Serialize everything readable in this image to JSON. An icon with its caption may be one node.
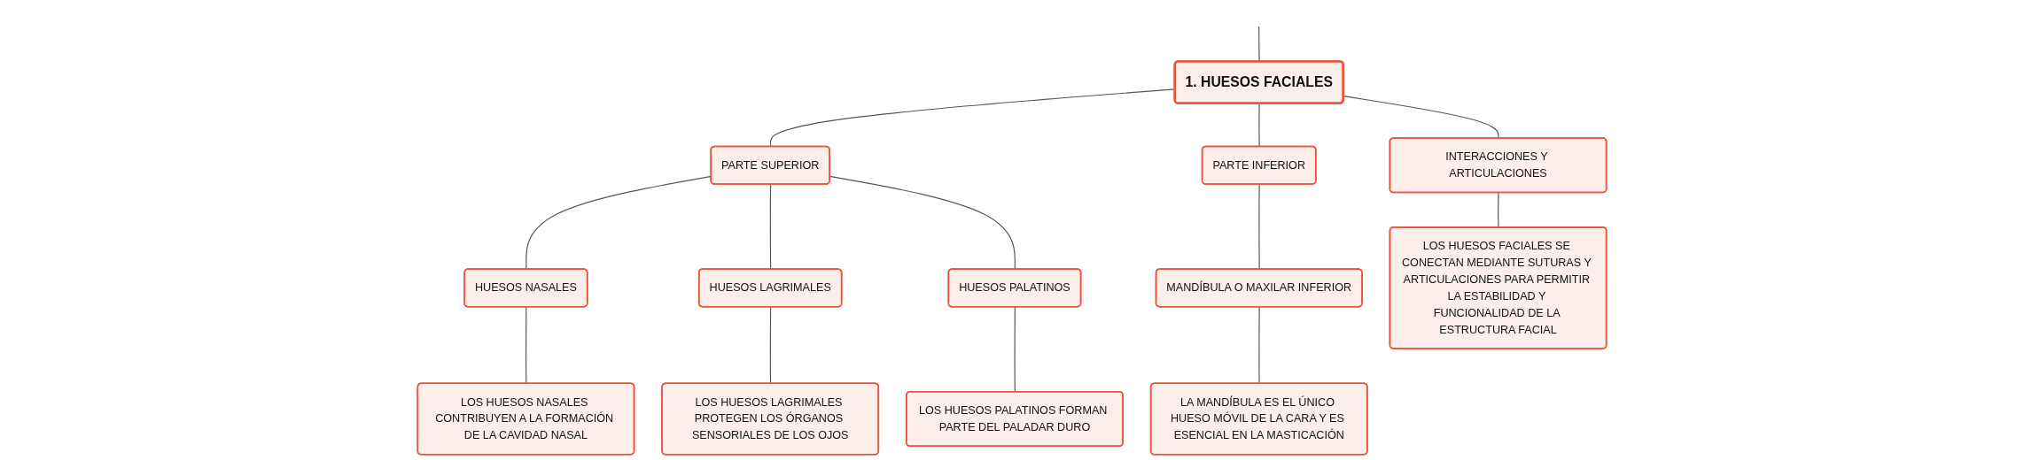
{
  "diagram": {
    "nodes": [
      {
        "text": [
          "1. HUESOS FACIALES"
        ]
      },
      {
        "text": [
          "PARTE SUPERIOR"
        ]
      },
      {
        "text": [
          "PARTE INFERIOR"
        ]
      },
      {
        "text": [
          "INTERACCIONES Y ARTICULACIONES"
        ]
      },
      {
        "text": [
          "HUESOS NASALES"
        ]
      },
      {
        "text": [
          "HUESOS LAGRIMALES"
        ]
      },
      {
        "text": [
          "HUESOS PALATINOS"
        ]
      },
      {
        "text": [
          "LOS HUESOS NASALES CONTRIBUYEN A LA FORMACIÓN DE LA CAVIDAD NASAL"
        ]
      },
      {
        "text": [
          "LOS HUESOS LAGRIMALES PROTEGEN LOS ÓRGANOS SENSORIALES DE LOS OJOS"
        ]
      },
      {
        "text": [
          "LOS HUESOS PALATINOS FORMAN PARTE DEL PALADAR DURO"
        ]
      },
      {
        "text": [
          "MANDÍBULA O MAXILAR INFERIOR"
        ]
      },
      {
        "text": [
          "LA MANDÍBULA ES EL ÚNICO HUESO MÓVIL DE LA CARA Y ES ESENCIAL EN LA MASTICACIÓN"
        ]
      },
      {
        "text": [
          "LOS HUESOS FACIALES SE CONECTAN MEDIANTE SUTURAS Y ARTICULACIONES PARA PERMITIR LA ESTABILIDAD Y FUNCIONALIDAD DE LA ESTRUCTURA FACIAL"
        ]
      }
    ],
    "edges": [
      {
        "from": null,
        "to": 0,
        "arrow": "none"
      },
      {
        "from": 0,
        "to": 1,
        "arrow": "none"
      },
      {
        "from": 0,
        "to": 2,
        "arrow": "none"
      },
      {
        "from": 0,
        "to": 3,
        "arrow": "none"
      },
      {
        "from": 1,
        "to": 4,
        "arrow": "none"
      },
      {
        "from": 1,
        "to": 5,
        "arrow": "none"
      },
      {
        "from": 1,
        "to": 6,
        "arrow": "none"
      },
      {
        "from": 4,
        "to": 7,
        "arrow": "none"
      },
      {
        "from": 5,
        "to": 8,
        "arrow": "none"
      },
      {
        "from": 6,
        "to": 9,
        "arrow": "none"
      },
      {
        "from": 2,
        "to": 10,
        "arrow": "none"
      },
      {
        "from": 10,
        "to": 11,
        "arrow": "none"
      },
      {
        "from": 3,
        "to": 12,
        "arrow": "none"
      }
    ]
  }
}
